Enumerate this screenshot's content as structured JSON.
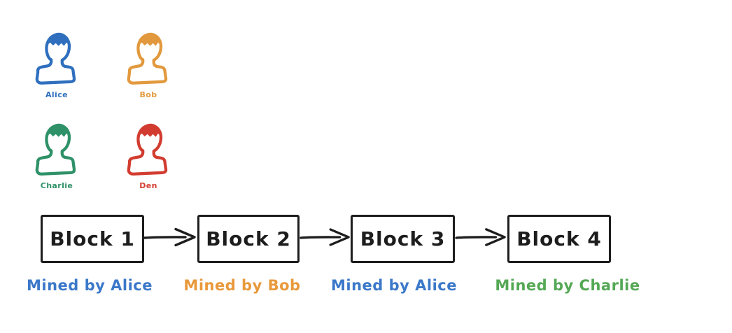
{
  "colors": {
    "stroke": "#1d1d1d",
    "background": "#ffffff"
  },
  "participants": [
    {
      "name": "Alice",
      "color": "#2f6fbe",
      "icon": "person-bust-icon"
    },
    {
      "name": "Bob",
      "color": "#e2993d",
      "icon": "person-bust-icon"
    },
    {
      "name": "Charlie",
      "color": "#2e9168",
      "icon": "person-bust-icon"
    },
    {
      "name": "Den",
      "color": "#d23c30",
      "icon": "person-bust-icon"
    }
  ],
  "blocks": [
    {
      "label": "Block 1",
      "mined_by": "Mined by Alice",
      "miner_color": "#3b78c9"
    },
    {
      "label": "Block 2",
      "mined_by": "Mined by Bob",
      "miner_color": "#e8993c"
    },
    {
      "label": "Block 3",
      "mined_by": "Mined by Alice",
      "miner_color": "#3b78c9"
    },
    {
      "label": "Block 4",
      "mined_by": "Mined by Charlie",
      "miner_color": "#55a855"
    }
  ]
}
